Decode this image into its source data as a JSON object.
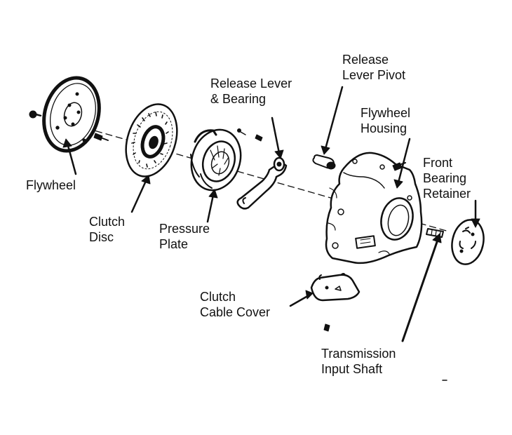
{
  "labels": {
    "flywheel": "Flywheel",
    "clutch_disc": [
      "Clutch",
      "Disc"
    ],
    "pressure_plate": [
      "Pressure",
      "Plate"
    ],
    "release_lever_bearing": [
      "Release Lever",
      "& Bearing"
    ],
    "release_lever_pivot": [
      "Release",
      "Lever Pivot"
    ],
    "flywheel_housing": [
      "Flywheel",
      "Housing"
    ],
    "front_bearing_retainer": [
      "Front",
      "Bearing",
      "Retainer"
    ],
    "clutch_cable_cover": [
      "Clutch",
      "Cable Cover"
    ],
    "transmission_input_shaft": [
      "Transmission",
      "Input Shaft"
    ]
  },
  "colors": {
    "ink": "#111111",
    "paper": "#ffffff"
  }
}
